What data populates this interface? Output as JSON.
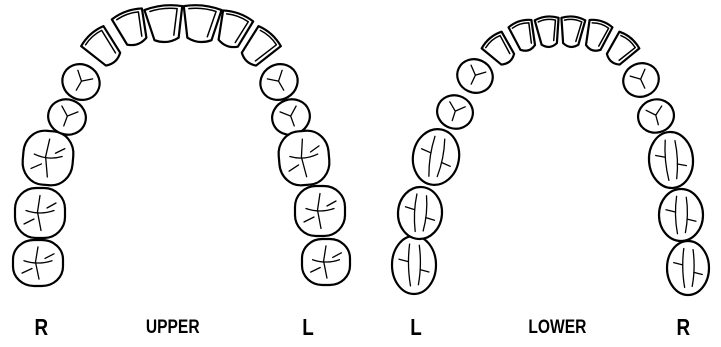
{
  "labels": {
    "upper_left_side": "R",
    "upper_arch": "UPPER",
    "upper_right_side": "L",
    "lower_left_side": "L",
    "lower_arch": "LOWER",
    "lower_right_side": "R"
  },
  "colors": {
    "ink": "#000000",
    "background": "#ffffff"
  }
}
